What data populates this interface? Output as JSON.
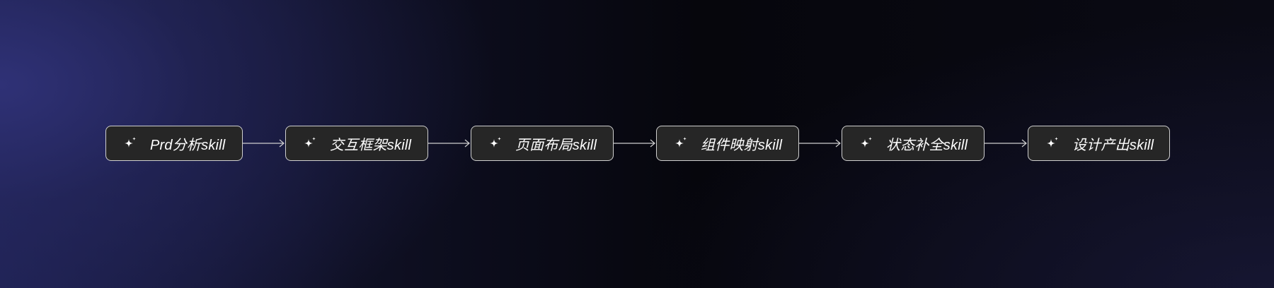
{
  "flow": {
    "steps": [
      {
        "label": "Prd分析skill",
        "icon": "sparkle-icon"
      },
      {
        "label": "交互框架skill",
        "icon": "sparkle-icon"
      },
      {
        "label": "页面布局skill",
        "icon": "sparkle-icon"
      },
      {
        "label": "组件映射skill",
        "icon": "sparkle-icon"
      },
      {
        "label": "状态补全skill",
        "icon": "sparkle-icon"
      },
      {
        "label": "设计产出skill",
        "icon": "sparkle-icon"
      }
    ]
  },
  "colors": {
    "node_bg": "#262626",
    "node_border": "#cfcfcf",
    "text": "#ffffff",
    "arrow": "#cfcfcf"
  }
}
